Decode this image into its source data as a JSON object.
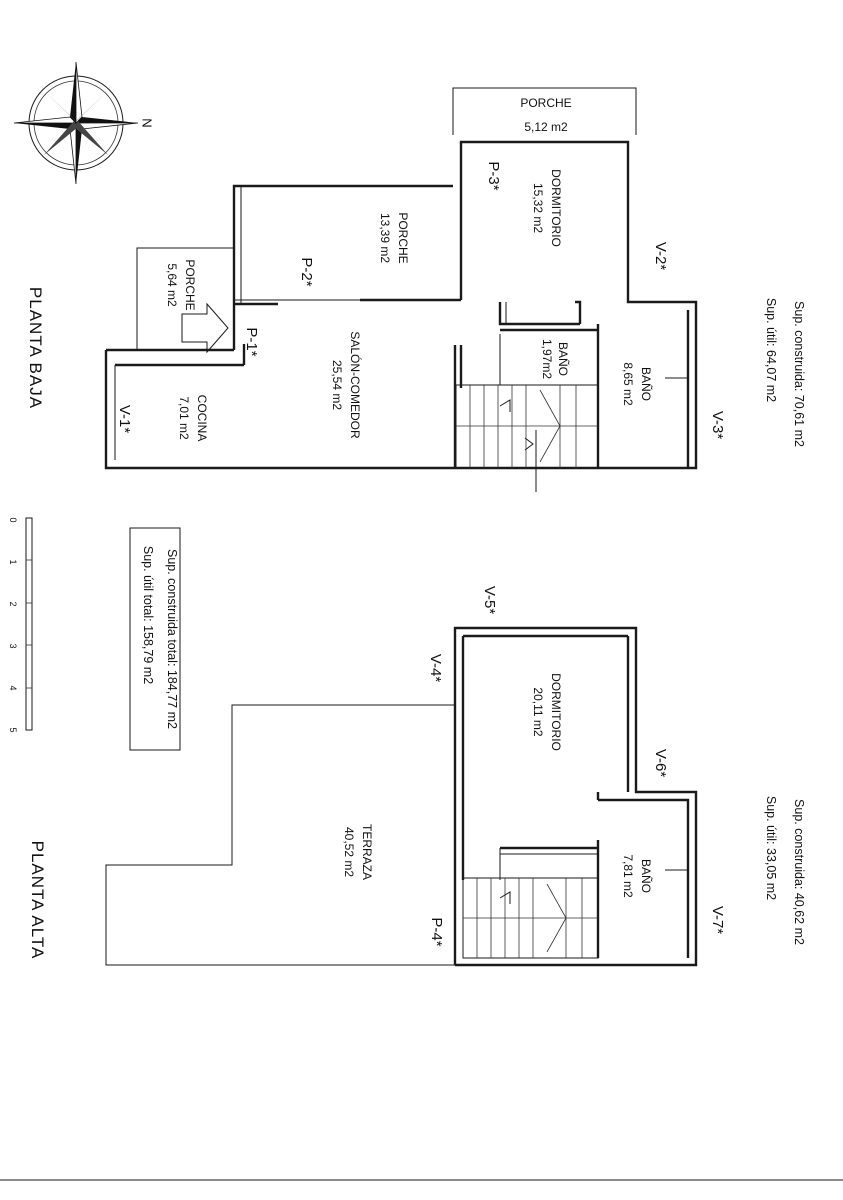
{
  "compass": {
    "north_letter": "N"
  },
  "planta_baja": {
    "title": "PLANTA BAJA",
    "sup_construida": "Sup. construida: 70,61 m2",
    "sup_util": "Sup. útil: 64,07 m2",
    "rooms": {
      "porche_top": {
        "name": "PORCHE",
        "area": "5,12 m2"
      },
      "dormitorio": {
        "name": "DORMITORIO",
        "area": "15,32 m2"
      },
      "porche_mid": {
        "name": "PORCHE",
        "area": "13,39 m2"
      },
      "porche_small": {
        "name": "PORCHE",
        "area": "5,64 m2"
      },
      "salon": {
        "name": "SALÓN-COMEDOR",
        "area": "25,54 m2"
      },
      "bano_small": {
        "name": "BAÑO",
        "area": "1,97m2"
      },
      "bano": {
        "name": "BAÑO",
        "area": "8,65 m2"
      },
      "cocina": {
        "name": "COCINA",
        "area": "7,01 m2"
      }
    },
    "marks": {
      "p1": "P-1*",
      "p2": "P-2*",
      "p3": "P-3*",
      "v1": "V-1*",
      "v2": "V-2*",
      "v3": "V-3*"
    }
  },
  "planta_alta": {
    "title": "PLANTA ALTA",
    "sup_construida": "Sup. construida: 40,62 m2",
    "sup_util": "Sup. útil: 33,05 m2",
    "rooms": {
      "dormitorio": {
        "name": "DORMITORIO",
        "area": "20,11 m2"
      },
      "bano": {
        "name": "BAÑO",
        "area": "7,81 m2"
      },
      "terraza": {
        "name": "TERRAZA",
        "area": "40,52 m2"
      }
    },
    "marks": {
      "p4": "P-4*",
      "v4": "V-4*",
      "v5": "V-5*",
      "v6": "V-6*",
      "v7": "V-7*"
    }
  },
  "totals": {
    "construida": "Sup. construida total: 184,77 m2",
    "util": "Sup. útil total: 158,79 m2"
  },
  "scale_bar": {
    "labels": [
      "0",
      "1",
      "2",
      "3",
      "4",
      "5"
    ]
  }
}
